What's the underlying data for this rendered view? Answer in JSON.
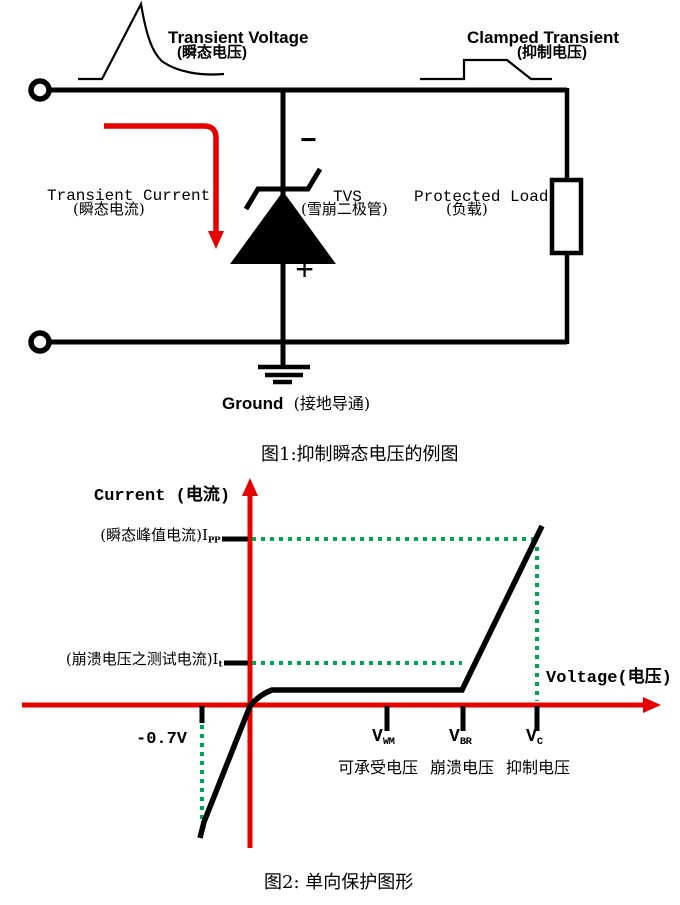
{
  "colors": {
    "red": "#e60000",
    "green": "#00a455",
    "black": "#000000"
  },
  "figure1": {
    "transient_voltage": {
      "en": "Transient Voltage",
      "zh": "(瞬态电压)"
    },
    "clamped_transient": {
      "en": "Clamped Transient",
      "zh": "(抑制电压)"
    },
    "transient_current": {
      "en": "Transient Current",
      "zh": "(瞬态电流)"
    },
    "tvs": {
      "en": "TVS",
      "zh": "(雪崩二极管)"
    },
    "protected_load": {
      "en": "Protected Load",
      "zh": "(负载)"
    },
    "minus": "−",
    "plus": "+",
    "ground": {
      "en": "Ground",
      "zh": "(接地导通)"
    },
    "caption": "图1:抑制瞬态电压的例图"
  },
  "figure2": {
    "y_axis_label": "Current (电流)",
    "x_axis_label": "Voltage(电压)",
    "ipp": {
      "prefix": "(瞬态峰值电流)I",
      "sub": "PP"
    },
    "it": {
      "prefix": "(崩溃电压之测试电流)I",
      "sub": "t"
    },
    "x_ticks": {
      "neg07": "-0.7V",
      "vwm": {
        "main": "V",
        "sub": "WM"
      },
      "vbr": {
        "main": "V",
        "sub": "BR"
      },
      "vc": {
        "main": "V",
        "sub": "C"
      }
    },
    "x_tick_cn": {
      "vwm": "可承受电压",
      "vbr": "崩溃电压",
      "vc": "抑制电压"
    },
    "caption": "图2: 单向保护图形"
  },
  "chart_data": {
    "type": "line",
    "title": "单向保护图形 (unidirectional TVS I-V characteristic)",
    "xlabel": "Voltage(电压)",
    "ylabel": "Current (电流)",
    "x_tick_labels": [
      "-0.7V",
      "VWM",
      "VBR",
      "VC"
    ],
    "y_reference_levels": [
      {
        "label": "IPP",
        "meaning": "瞬态峰值电流",
        "occurs_at": "VC"
      },
      {
        "label": "It",
        "meaning": "崩溃电压之测试电流",
        "occurs_at": "VBR"
      }
    ],
    "series": [
      {
        "name": "TVS I-V curve",
        "points_conceptual": [
          {
            "v": "-0.7V",
            "i": "large negative (forward conduction)"
          },
          {
            "v": "0",
            "i": "0"
          },
          {
            "v": "0 → VBR",
            "i": "≈0 (leakage plateau)"
          },
          {
            "v": "VBR",
            "i": "It (breakdown begins)"
          },
          {
            "v": "VC",
            "i": "IPP (clamping at peak pulse current)"
          }
        ]
      }
    ],
    "annotations": [
      "可承受电压 = VWM",
      "崩溃电压 = VBR",
      "抑制电压 = VC"
    ],
    "grid": false,
    "legend": false
  }
}
